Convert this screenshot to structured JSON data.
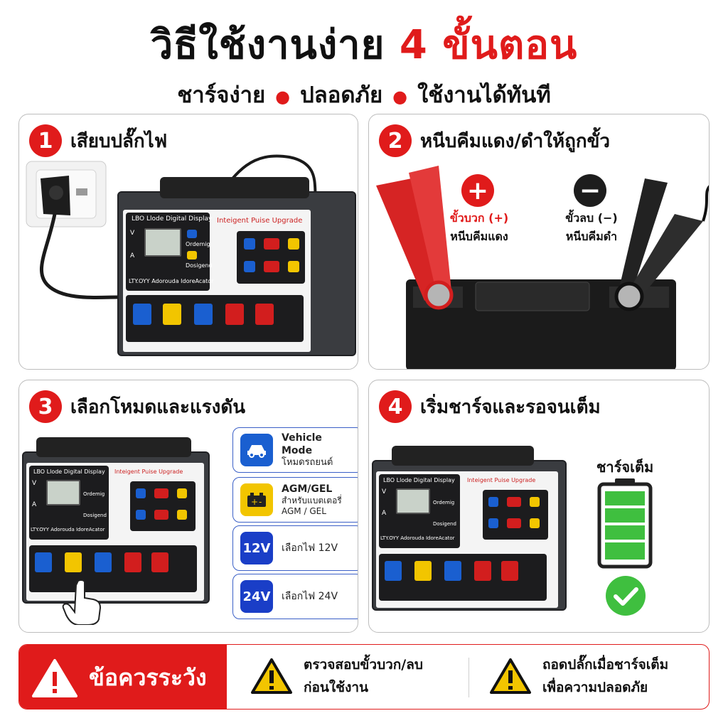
{
  "header": {
    "title_main": "วิธีใช้งานง่าย",
    "title_accent": "4 ขั้นตอน",
    "subtitle": [
      "ชาร์จง่าย",
      "ปลอดภัย",
      "ใช้งานได้ทันที"
    ]
  },
  "steps": [
    {
      "number": "1",
      "title": "เสียบปลั๊กไฟ"
    },
    {
      "number": "2",
      "title": "หนีบคีมแดง/ดำให้ถูกขั้ว"
    },
    {
      "number": "3",
      "title": "เลือกโหมดและแรงดัน"
    },
    {
      "number": "4",
      "title": "เริ่มชาร์จและรอจนเต็ม"
    }
  ],
  "charger": {
    "brand": "LBO Llode Digital Display",
    "upgrade": "Inteigent Puise Upgrade",
    "model": "LTY.OYY Adorouda IdoreAcator",
    "mode_a": "Ordemig",
    "mode_b": "Dosigend",
    "label_v": "V",
    "label_a": "A"
  },
  "step2": {
    "positive_symbol": "+",
    "positive_line1": "ขั้วบวก (+)",
    "positive_line2": "หนีบคีมแดง",
    "negative_symbol": "−",
    "negative_line1": "ขั้วลบ (−)",
    "negative_line2": "หนีบคีมดำ"
  },
  "step3": {
    "modes": [
      {
        "icon": "car-icon",
        "line1": "Vehicle Mode",
        "line2": "โหมดรถยนต์"
      },
      {
        "icon": "battery-icon",
        "line1": "AGM/GEL",
        "line2": "สำหรับแบตเตอรี่",
        "line3": "AGM / GEL"
      },
      {
        "icon": "12v-badge",
        "badge": "12V",
        "line1": "เลือกไฟ 12V"
      },
      {
        "icon": "24v-badge",
        "badge": "24V",
        "line1": "เลือกไฟ 24V"
      }
    ]
  },
  "step4": {
    "full_label": "ชาร์จเต็ม"
  },
  "warning": {
    "label": "ข้อควรระวัง",
    "items": [
      {
        "line1": "ตรวจสอบขั้วบวก/ลบ",
        "line2": "ก่อนใช้งาน"
      },
      {
        "line1": "ถอดปลั๊กเมื่อชาร์จเต็ม",
        "line2": "เพื่อความปลอดภัย"
      }
    ]
  },
  "colors": {
    "accent": "#e01b1b",
    "blue": "#1a5fd0",
    "yellow": "#f2c500",
    "green": "#3fbf3f"
  }
}
